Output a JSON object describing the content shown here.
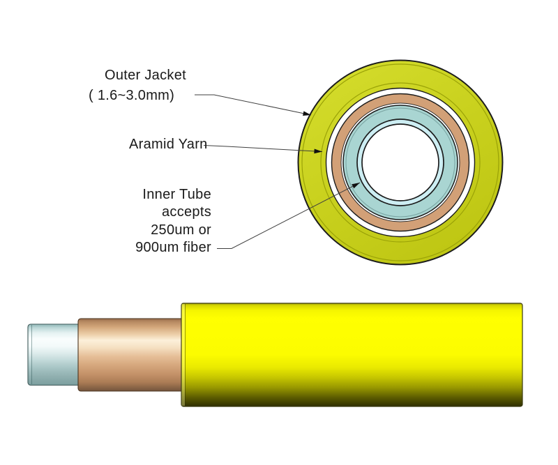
{
  "labels": {
    "outer_jacket_line1": "Outer Jacket",
    "outer_jacket_line2": "( 1.6~3.0mm)",
    "aramid_yarn": "Aramid Yarn",
    "inner_tube_line1": "Inner Tube",
    "inner_tube_line2": "accepts",
    "inner_tube_line3": "250um or",
    "inner_tube_line4": "900um fiber"
  },
  "colors": {
    "outer_jacket_yellow": "#c9d11e",
    "outer_jacket_bright": "#ffff00",
    "aramid_tan": "#d2a077",
    "inner_tube_teal": "#a9d5d2",
    "inner_tube_light_band": "#cdeef3",
    "fiber_bore_white": "#ffffff",
    "outline_dark": "#1c1c1c",
    "leader_line_gray": "#3f3f3f",
    "label_text": "#1a1a1a"
  }
}
